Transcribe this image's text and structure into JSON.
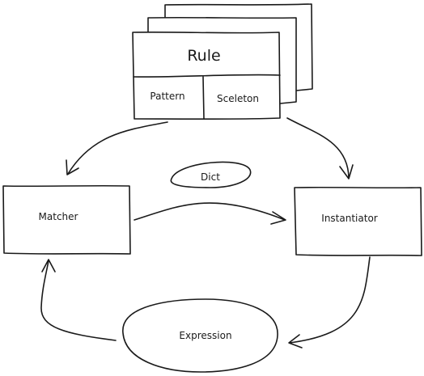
{
  "diagram": {
    "rule": {
      "title": "Rule",
      "pattern": "Pattern",
      "skeleton": "Sceleton"
    },
    "matcher": "Matcher",
    "instantiator": "Instantiator",
    "dict": "Dict",
    "expression": "Expression"
  }
}
